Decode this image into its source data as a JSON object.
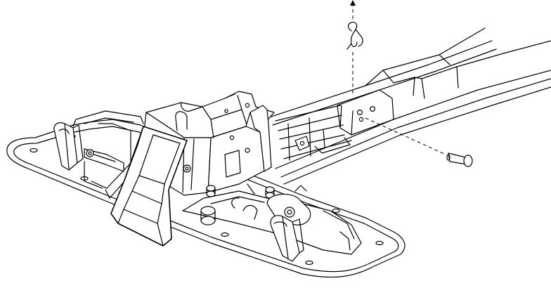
{
  "diagram": {
    "type": "exploded-assembly-line-drawing",
    "colors": {
      "line": "#000000",
      "background": "#ffffff"
    },
    "parts": [
      "base-plate",
      "seat-rail",
      "latch-housing",
      "front-spring-clip",
      "rear-spring-clip",
      "cam-lever",
      "pivot-bracket",
      "hairpin-cotter-clip",
      "clevis-pin"
    ],
    "indicators": [
      "arrow-up-icon",
      "removal-direction-dashed-line",
      "pin-insertion-dashed-line"
    ]
  }
}
